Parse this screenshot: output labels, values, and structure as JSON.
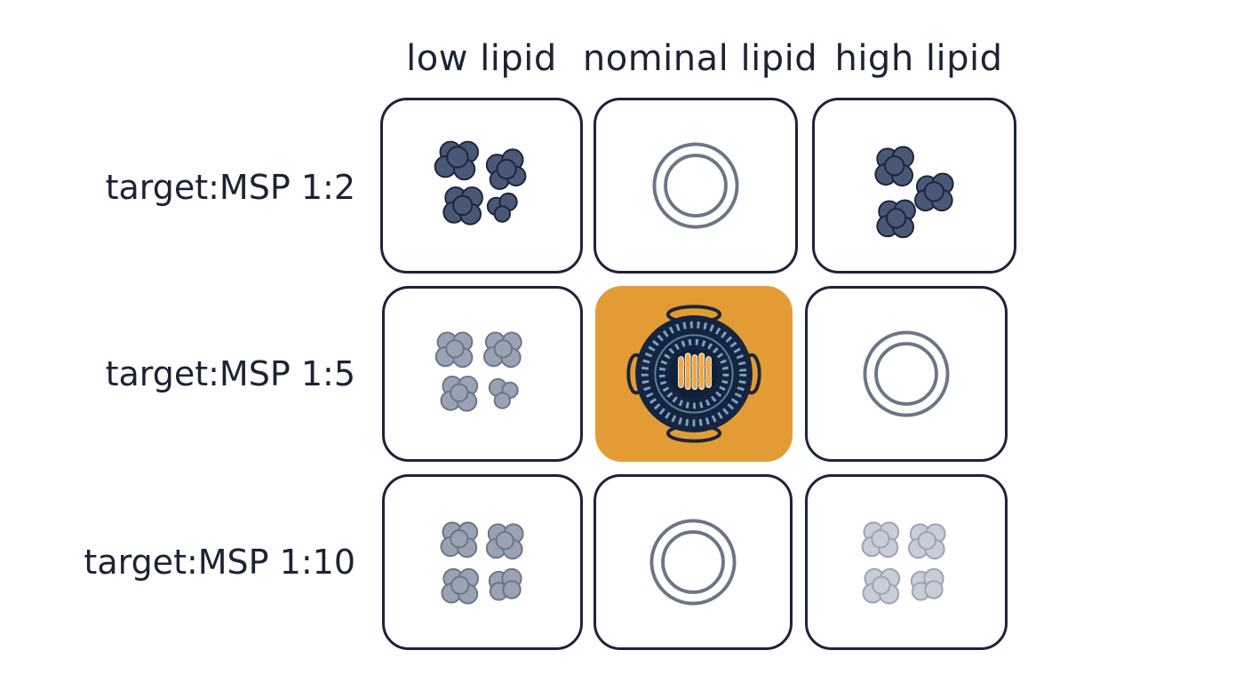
{
  "columns": [
    "low lipid",
    "nominal lipid",
    "high lipid"
  ],
  "rows": [
    "target:MSP 1:2",
    "target:MSP 1:5",
    "target:MSP 1:10"
  ],
  "grid": [
    [
      "aggregates",
      "empty-nanodisc",
      "aggregates"
    ],
    [
      "aggregates",
      "loaded-nanodisc",
      "empty-nanodisc"
    ],
    [
      "aggregates",
      "empty-nanodisc",
      "aggregates"
    ]
  ],
  "colors": {
    "border": "#1c2438",
    "highlight": "#e39c35",
    "aggregate_dark": "#4a5878",
    "aggregate_medium": "#9aa3b3",
    "aggregate_light": "#c8cdd6",
    "ring": "#6b7585",
    "protein": "#f0a845"
  }
}
